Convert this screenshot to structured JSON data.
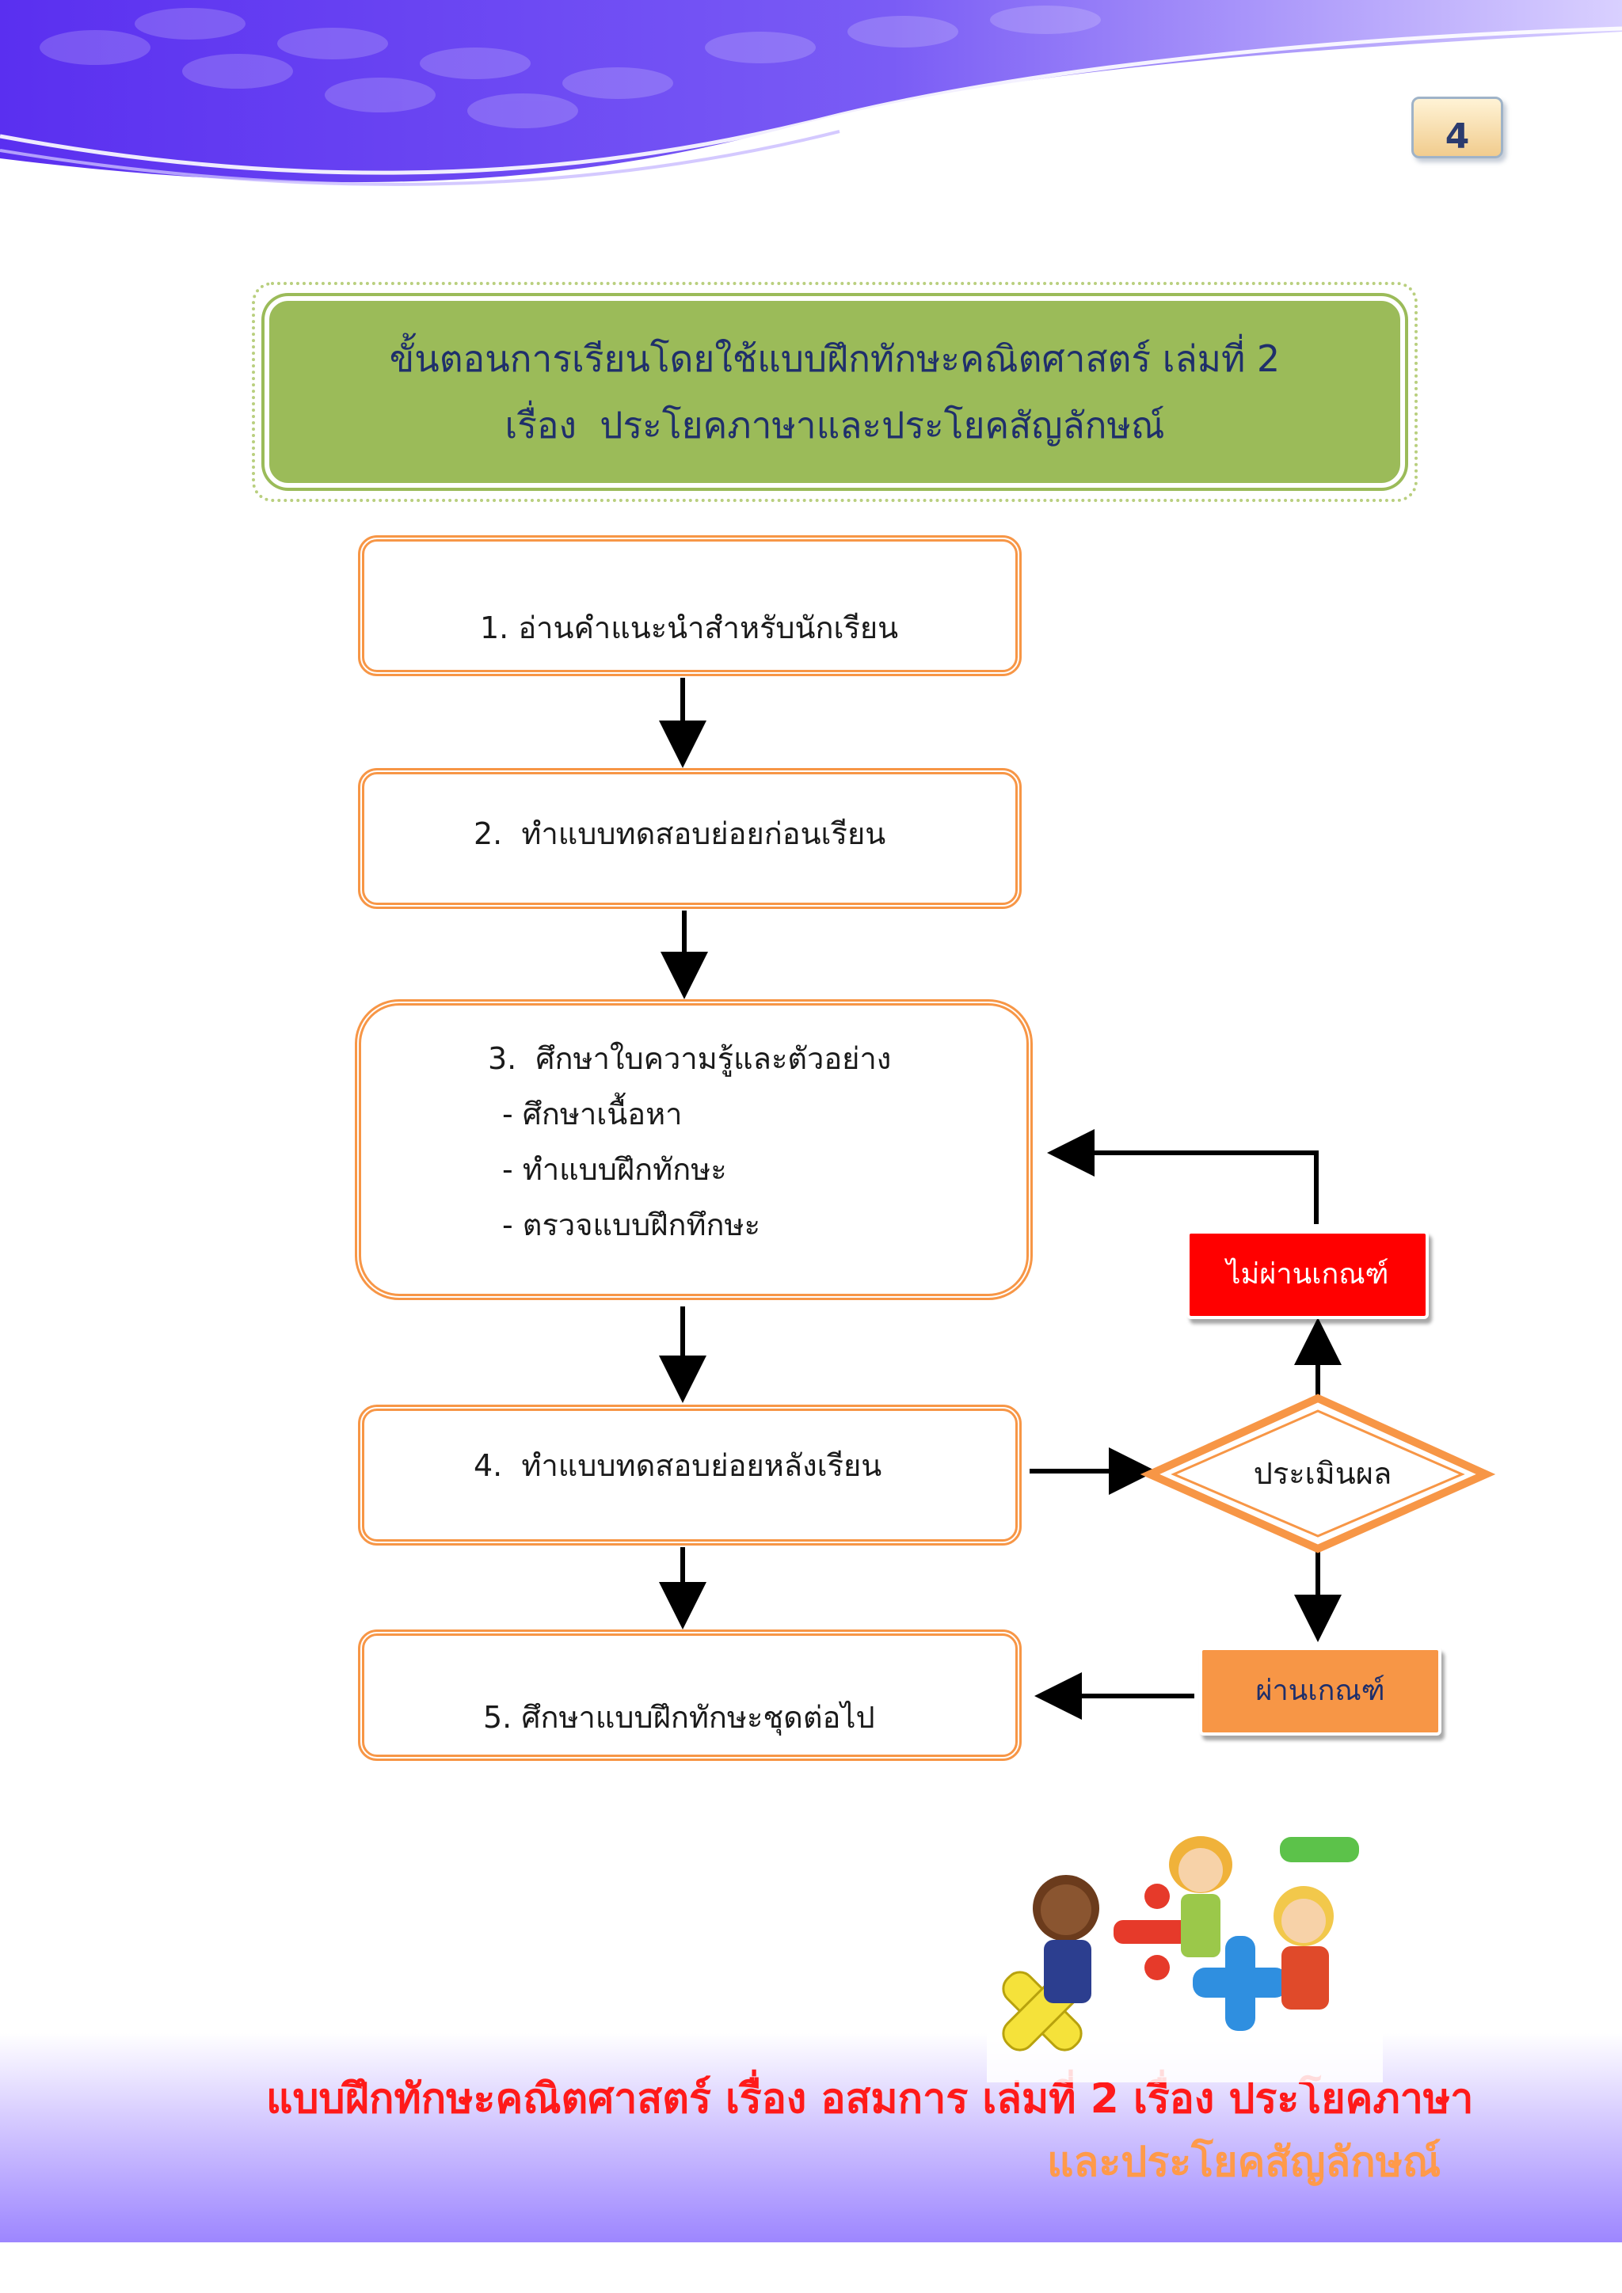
{
  "header": {
    "page_number": "4",
    "colors": {
      "wave_dark": "#6a3df0",
      "wave_light": "#b9a8ff"
    }
  },
  "title": {
    "line1": "ขั้นตอนการเรียนโดยใช้แบบฝึกทักษะคณิตศาสตร์ เล่มที่ 2",
    "line2": "เรื่อง  ประโยคภาษาและประโยคสัญลักษณ์",
    "background_color": "#9bbb59"
  },
  "steps": [
    {
      "label": "1. อ่านคำแนะนำสำหรับนักเรียน"
    },
    {
      "label": "2.  ทำแบบทดสอบย่อยก่อนเรียน"
    },
    {
      "label": "3.  ศึกษาใบความรู้และตัวอย่าง",
      "sub_items": [
        "- ศึกษาเนื้อหา",
        "- ทำแบบฝึกทักษะ",
        "- ตรวจแบบฝึกทึกษะ"
      ]
    },
    {
      "label": "4.  ทำแบบทดสอบย่อยหลังเรียน"
    },
    {
      "label": "5. ศึกษาแบบฝึกทักษะชุดต่อไป"
    }
  ],
  "decision": {
    "label": "ประเมินผล",
    "fail_label": "ไม่ผ่านเกณฑ์",
    "pass_label": "ผ่านเกณฑ์",
    "fail_color": "#ff0000",
    "pass_color": "#f79646",
    "border_color": "#f79646"
  },
  "footer": {
    "line1": "แบบฝึกทักษะคณิตศาสตร์ เรื่อง อสมการ เล่มที่ 2 เรื่อง ประโยคภาษา",
    "line2": "และประโยคสัญลักษณ์",
    "illustration_icon": "children-with-math-symbols-illustration"
  }
}
